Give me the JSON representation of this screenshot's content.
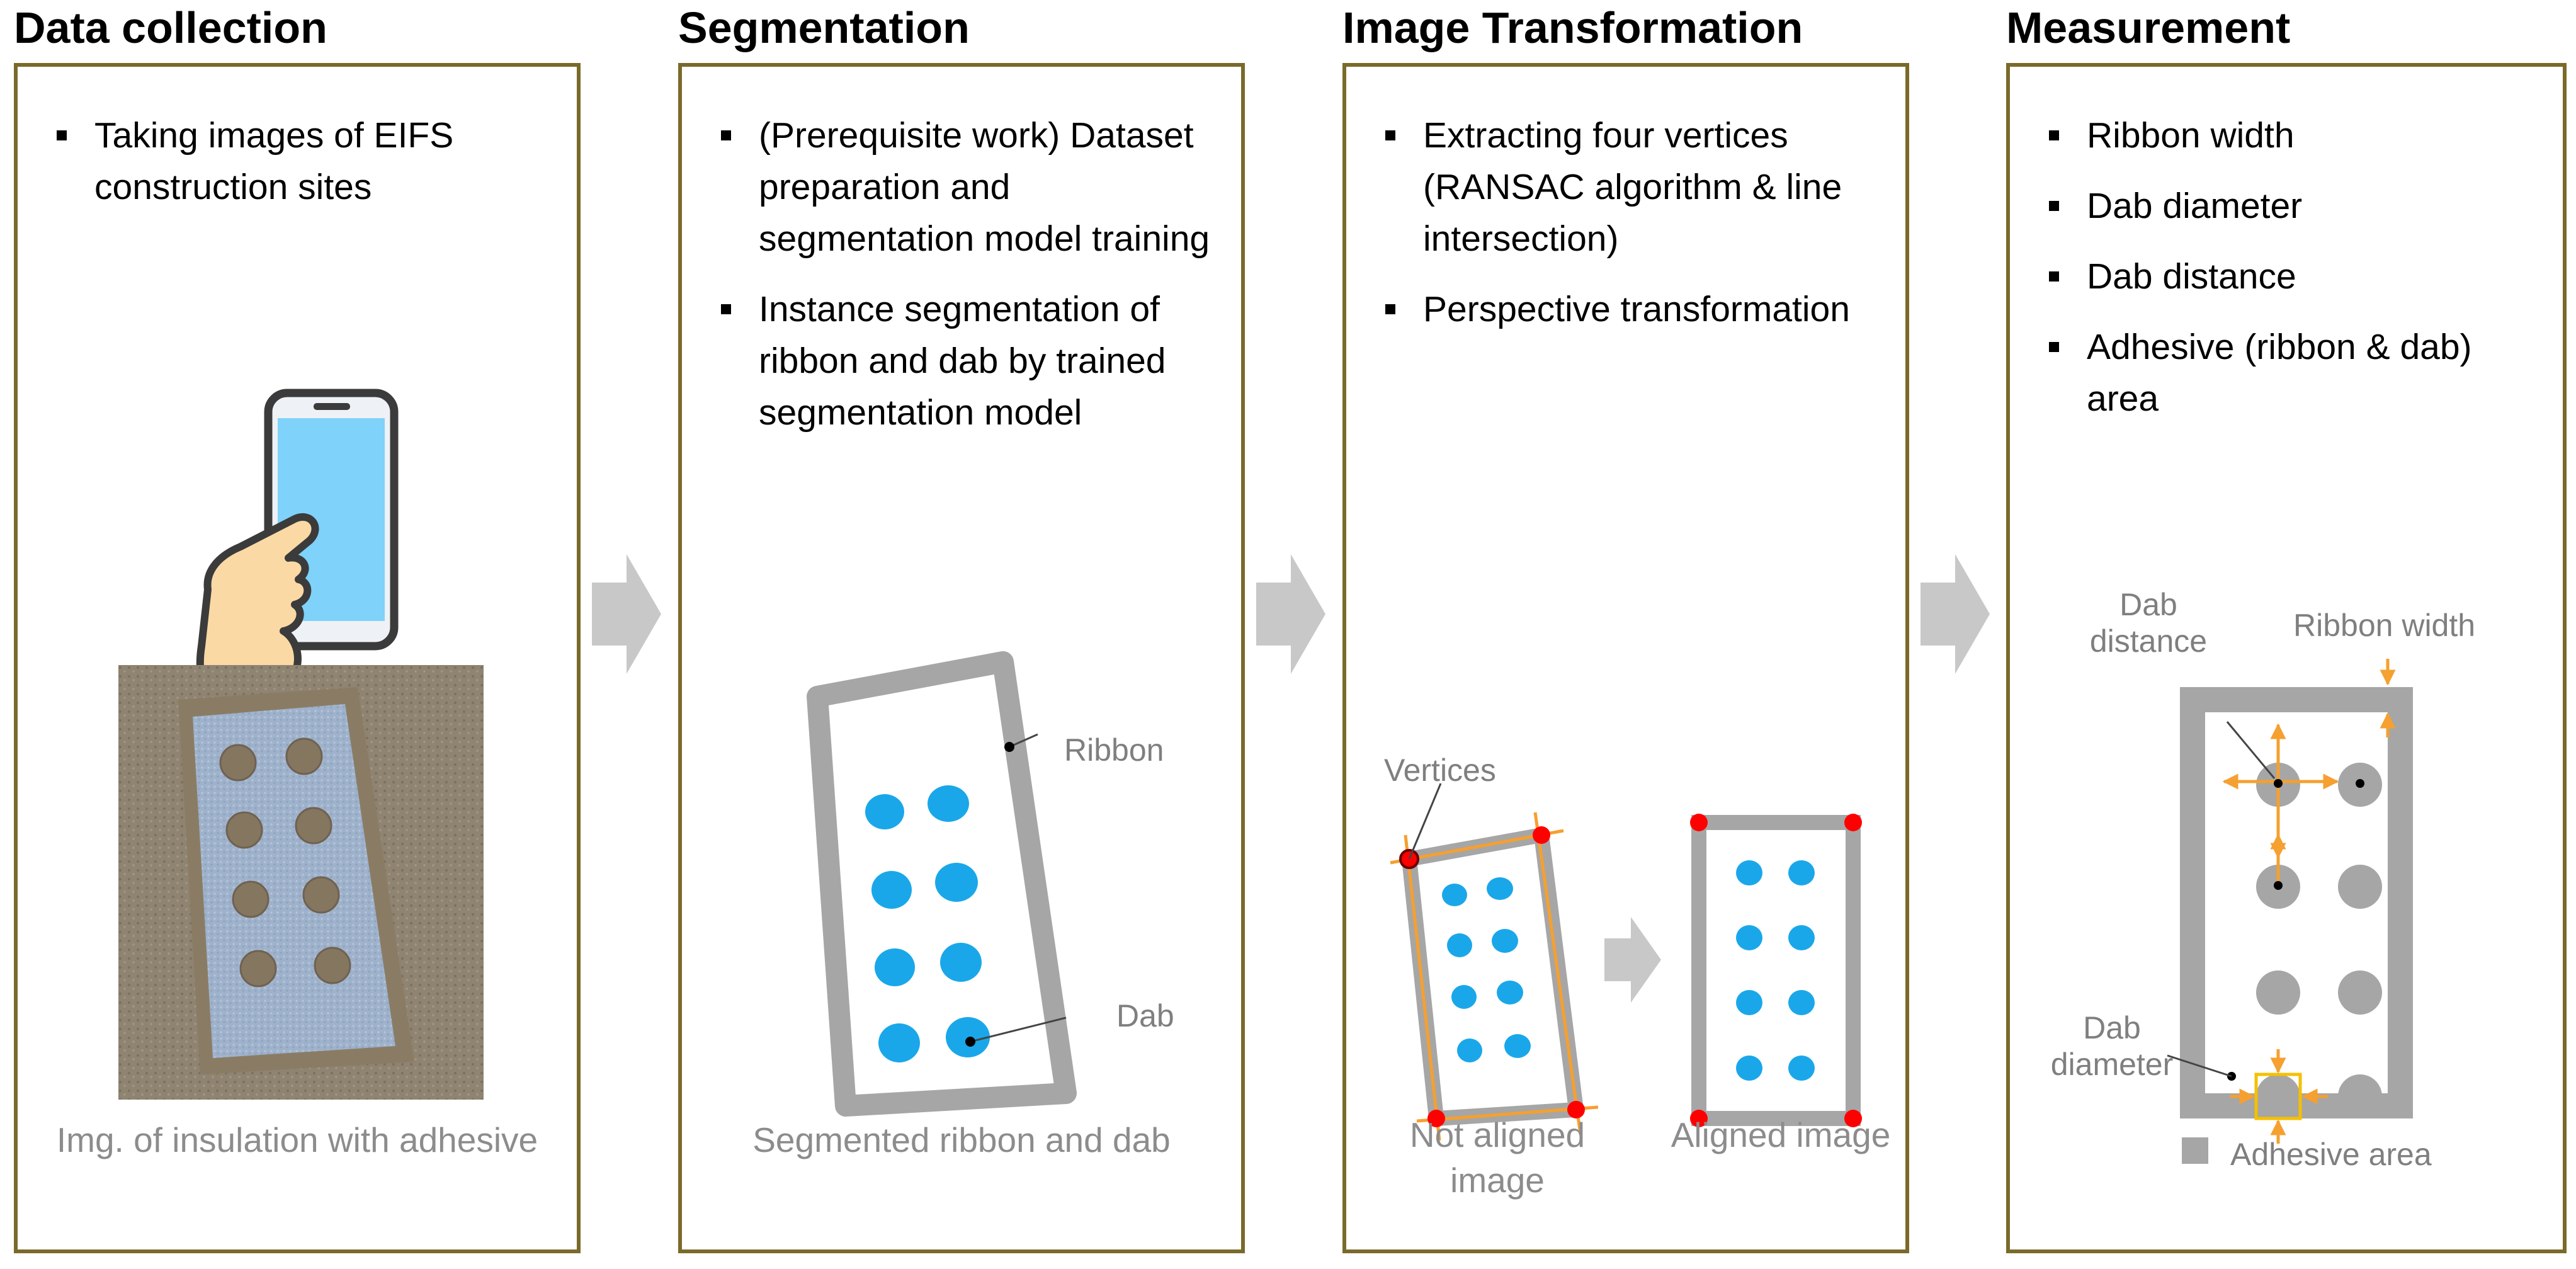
{
  "panels": [
    {
      "title": "Data collection",
      "bullets": [
        "Taking images of EIFS construction sites"
      ],
      "caption": "Img. of insulation with adhesive"
    },
    {
      "title": "Segmentation",
      "bullets": [
        "(Prerequisite work) Dataset preparation and segmentation model training",
        "Instance segmentation of ribbon and dab by trained segmentation model"
      ],
      "caption": "Segmented ribbon and dab",
      "labels": {
        "ribbon": "Ribbon",
        "dab": "Dab"
      }
    },
    {
      "title": "Image Transformation",
      "bullets": [
        "Extracting four vertices (RANSAC algorithm & line intersection)",
        "Perspective transformation"
      ],
      "labels": {
        "vertices": "Vertices"
      },
      "caption_left": [
        "Not aligned",
        "image"
      ],
      "caption_right": "Aligned  image"
    },
    {
      "title": "Measurement",
      "bullets": [
        "Ribbon width",
        "Dab diameter",
        "Dab distance",
        "Adhesive (ribbon & dab) area"
      ],
      "labels": {
        "dab_distance": [
          "Dab",
          "distance"
        ],
        "ribbon_width": "Ribbon width",
        "dab_diameter": [
          "Dab",
          "diameter"
        ]
      },
      "legend": "Adhesive area"
    }
  ],
  "colors": {
    "border": "#7a6a2a",
    "dab_blue": "#1aa7ea",
    "ribbon_gray": "#a6a6a6",
    "arrow_gray": "#c8c8c8",
    "vertex_red": "#ff0000",
    "edge_orange": "#f5a030",
    "phone_blue": "#7fd2f9",
    "hand_skin": "#fbd9a5"
  },
  "icons": [
    "smartphone-icon",
    "hand-icon",
    "flow-arrow-icon"
  ]
}
